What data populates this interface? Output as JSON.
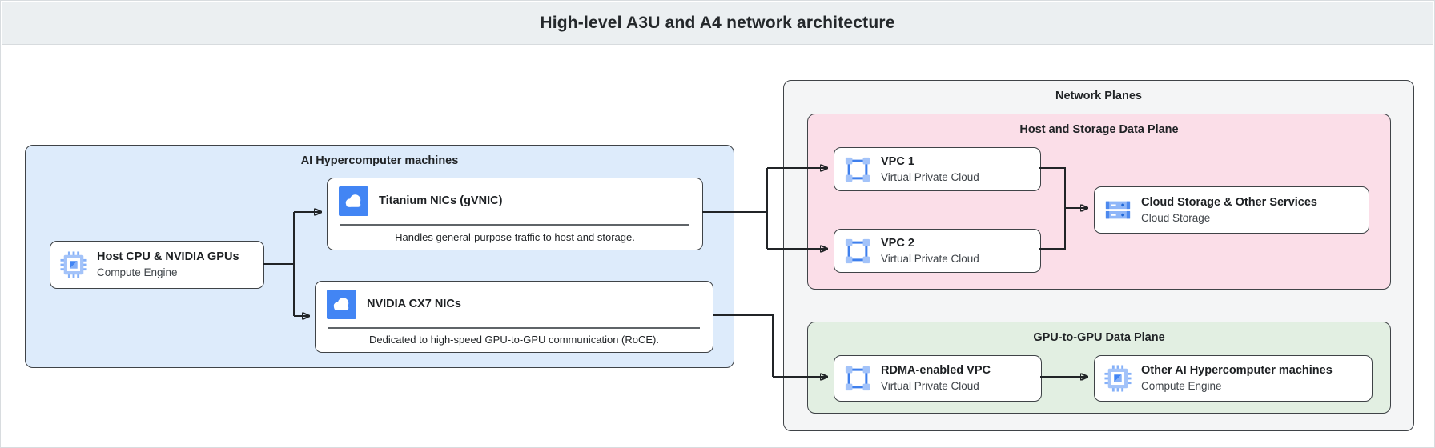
{
  "title": "High-level A3U and A4 network architecture",
  "colors": {
    "header_bg": "#ebeff1",
    "machines_group_bg": "#ddebfb",
    "network_planes_bg": "#f4f5f6",
    "host_storage_plane_bg": "#fbdee8",
    "gpu_plane_bg": "#e2efe2",
    "border_dark": "#3f4347",
    "arrow": "#212427",
    "icon_blue": "#4285f4",
    "icon_light_blue": "#a3c3f9",
    "icon_deep_blue": "#1a73e8"
  },
  "groups": {
    "ai_machines": {
      "title": "AI Hypercomputer machines",
      "nodes": {
        "host": {
          "title": "Host CPU & NVIDIA GPUs",
          "subtitle": "Compute Engine",
          "icon": "compute-engine-icon"
        },
        "titanium": {
          "title": "Titanium NICs (gVNIC)",
          "caption": "Handles general-purpose traffic to host and storage.",
          "icon": "cloud-icon"
        },
        "cx7": {
          "title": "NVIDIA CX7 NICs",
          "caption": "Dedicated to high-speed GPU-to-GPU communication (RoCE).",
          "icon": "cloud-icon"
        }
      }
    },
    "network_planes": {
      "title": "Network Planes",
      "host_storage_plane": {
        "title": "Host and Storage Data Plane",
        "nodes": {
          "vpc1": {
            "title": "VPC 1",
            "subtitle": "Virtual Private Cloud",
            "icon": "vpc-icon"
          },
          "vpc2": {
            "title": "VPC 2",
            "subtitle": "Virtual Private Cloud",
            "icon": "vpc-icon"
          },
          "storage": {
            "title": "Cloud Storage & Other Services",
            "subtitle": "Cloud Storage",
            "icon": "cloud-storage-icon"
          }
        }
      },
      "gpu_plane": {
        "title": "GPU-to-GPU Data Plane",
        "nodes": {
          "rdma": {
            "title": "RDMA-enabled VPC",
            "subtitle": "Virtual Private Cloud",
            "icon": "vpc-icon"
          },
          "other": {
            "title": "Other AI Hypercomputer machines",
            "subtitle": "Compute Engine",
            "icon": "compute-engine-icon"
          }
        }
      }
    }
  }
}
